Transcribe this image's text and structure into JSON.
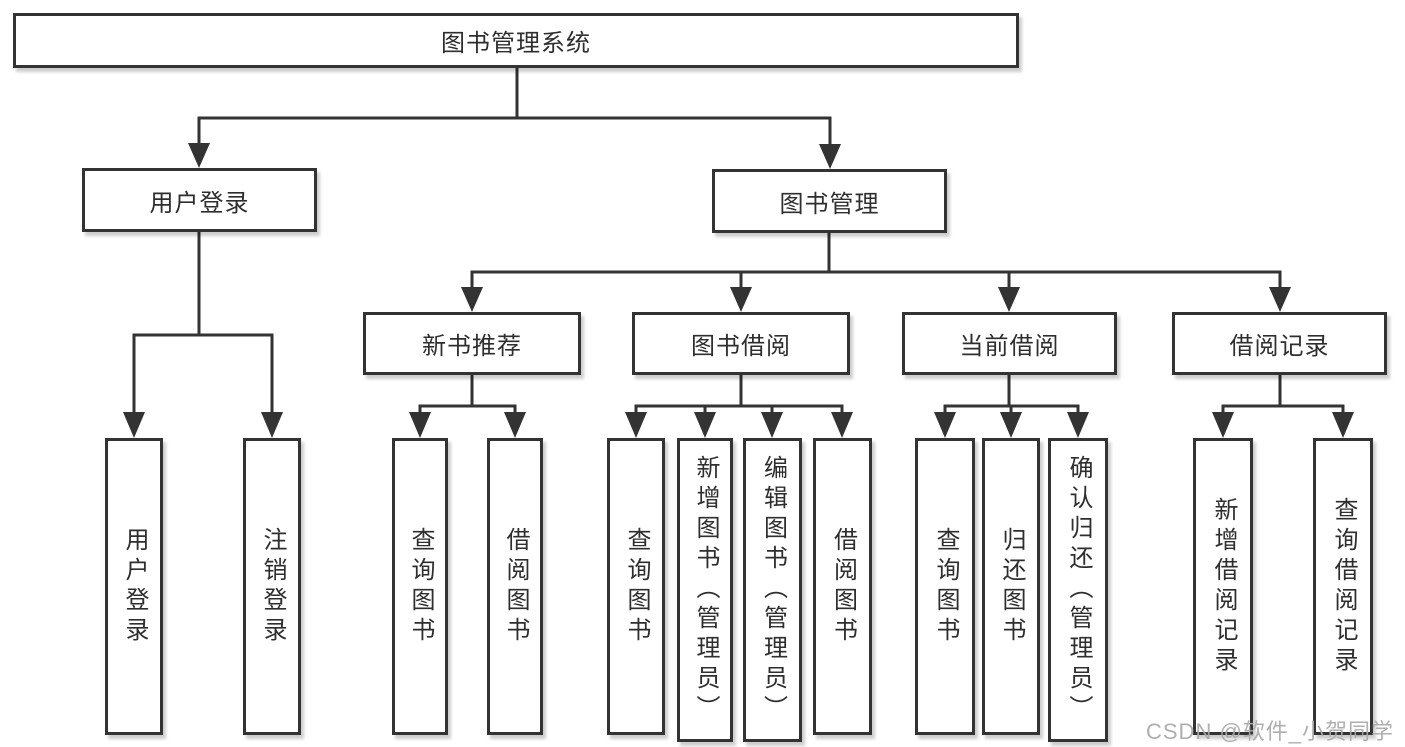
{
  "diagram": {
    "root": {
      "label": "图书管理系统"
    },
    "level2": {
      "user_login": {
        "label": "用户登录"
      },
      "book_management": {
        "label": "图书管理"
      }
    },
    "level3": {
      "new_book_recommend": {
        "label": "新书推荐"
      },
      "book_borrowing": {
        "label": "图书借阅"
      },
      "current_borrowing": {
        "label": "当前借阅"
      },
      "borrowing_records": {
        "label": "借阅记录"
      }
    },
    "leaves": {
      "user_login": {
        "login": "用户登录",
        "logout": "注销登录"
      },
      "new_book_recommend": {
        "query": "查询图书",
        "borrow": "借阅图书"
      },
      "book_borrowing": {
        "query": "查询图书",
        "add": "新增图书（管理员）",
        "edit": "编辑图书（管理员）",
        "borrow": "借阅图书"
      },
      "current_borrowing": {
        "query": "查询图书",
        "return": "归还图书",
        "confirm": "确认归还（管理员）"
      },
      "borrowing_records": {
        "add": "新增借阅记录",
        "query": "查询借阅记录"
      }
    }
  },
  "watermark": {
    "text": "CSDN @软件_小贺同学"
  },
  "colors": {
    "line": "#333333",
    "border": "#333333",
    "text": "#2e2e2e",
    "background": "#ffffff",
    "watermark": "#a8a8a8"
  }
}
